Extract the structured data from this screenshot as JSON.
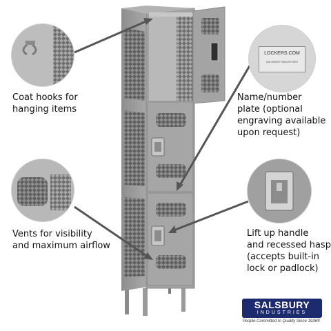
{
  "callouts": {
    "coat_hooks": "Coat hooks for\nhanging items",
    "name_plate": "Name/number\nplate (optional\nengraving available\nupon request)",
    "vents": "Vents for visibility\nand maximum airflow",
    "handle": "Lift up handle\nand recessed hasp\n(accepts built-in\nlock or padlock)"
  },
  "name_plate_text": "LOCKERS.COM",
  "name_plate_subtext": "SALSBURY INDUSTRIES",
  "brand": {
    "name": "SALSBURY",
    "sub": "INDUSTRIES",
    "tagline": "People Committed to Quality Since 1936®"
  },
  "colors": {
    "locker_gray": "#9c9c9c",
    "brand_blue": "#1d2b6e"
  }
}
